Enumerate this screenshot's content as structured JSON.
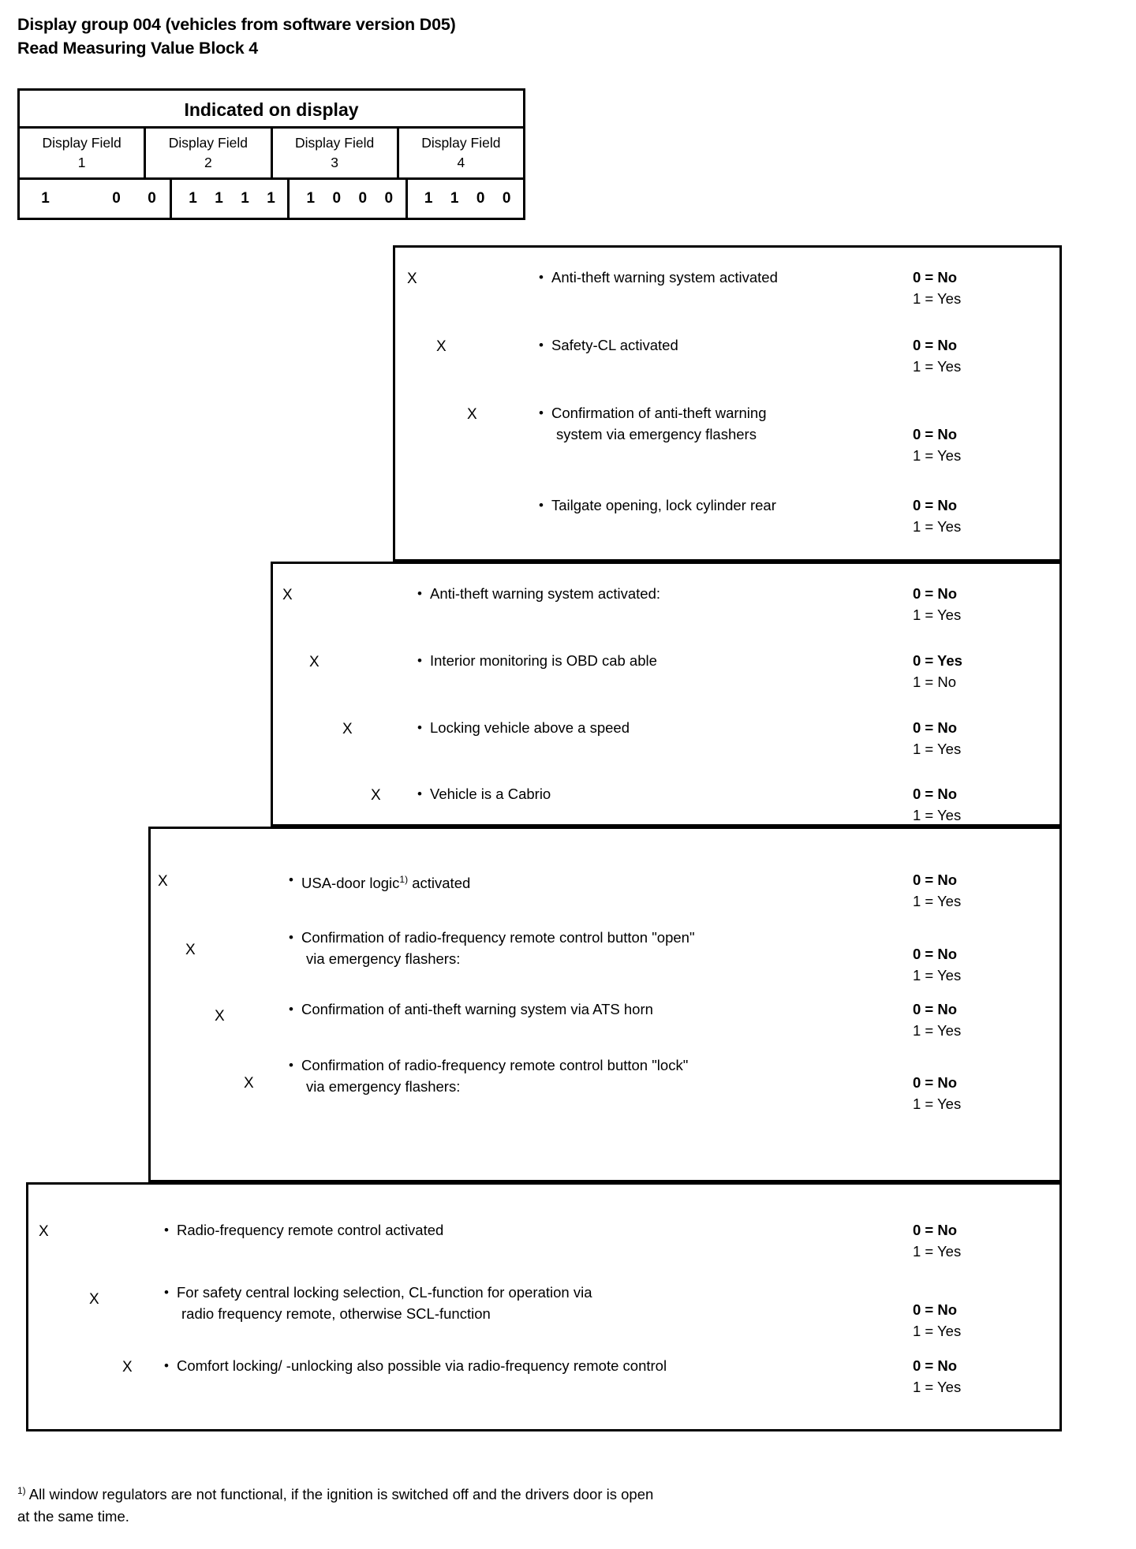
{
  "heading": {
    "line1": "Display group 004 (vehicles from software version D05)",
    "line2": "Read Measuring Value Block 4"
  },
  "table_header": {
    "title": "Indicated on display",
    "fields": [
      {
        "name": "Display Field",
        "number": "1"
      },
      {
        "name": "Display Field",
        "number": "2"
      },
      {
        "name": "Display Field",
        "number": "3"
      },
      {
        "name": "Display Field",
        "number": "4"
      }
    ],
    "bits": {
      "field1": [
        "1",
        "",
        "0",
        "0"
      ],
      "field2": [
        "1",
        "1",
        "1",
        "1"
      ],
      "field3": [
        "1",
        "0",
        "0",
        "0"
      ],
      "field4": [
        "1",
        "1",
        "0",
        "0"
      ]
    }
  },
  "groups": [
    {
      "id": "group-display-field-4",
      "rows": [
        {
          "mark": "X",
          "label_line1": "Anti-theft warning system activated",
          "label_line2": "",
          "value0": "0 = No",
          "value1": "1 = Yes"
        },
        {
          "mark": "X",
          "label_line1": "Safety-CL activated",
          "label_line2": "",
          "value0": "0 = No",
          "value1": "1 = Yes"
        },
        {
          "mark": "X",
          "label_line1": "Confirmation of anti-theft warning",
          "label_line2": "system via emergency flashers",
          "value0": "0 = No",
          "value1": "1 = Yes"
        },
        {
          "mark": "",
          "label_line1": "Tailgate opening, lock cylinder rear",
          "label_line2": "",
          "value0": "0 = No",
          "value1": "1 = Yes"
        }
      ]
    },
    {
      "id": "group-display-field-3",
      "rows": [
        {
          "mark": "X",
          "label_line1": "Anti-theft warning system activated:",
          "label_line2": "",
          "value0": "0 = No",
          "value1": "1 = Yes"
        },
        {
          "mark": "X",
          "label_line1": "Interior monitoring is OBD cab able",
          "label_line2": "",
          "value0": "0 = Yes",
          "value1": "1 = No"
        },
        {
          "mark": "X",
          "label_line1": "Locking vehicle above a speed",
          "label_line2": "",
          "value0": "0 = No",
          "value1": "1 = Yes"
        },
        {
          "mark": "X",
          "label_line1": "Vehicle is a Cabrio",
          "label_line2": "",
          "value0": "0 = No",
          "value1": "1 = Yes"
        }
      ]
    },
    {
      "id": "group-display-field-2",
      "rows": [
        {
          "mark": "X",
          "label_line1": "USA-door logic",
          "label_sup": "1)",
          "label_line1_tail": " activated",
          "label_line2": "",
          "value0": "0 = No",
          "value1": "1 = Yes"
        },
        {
          "mark": "X",
          "label_line1": "Confirmation of radio-frequency remote control button \"open\"",
          "label_line2": "via emergency flashers:",
          "value0": "0 = No",
          "value1": "1 = Yes"
        },
        {
          "mark": "X",
          "label_line1": "Confirmation of anti-theft warning system via ATS horn",
          "label_line2": "",
          "value0": "0 = No",
          "value1": "1 = Yes"
        },
        {
          "mark": "X",
          "label_line1": "Confirmation of radio-frequency remote control button \"lock\"",
          "label_line2": "via emergency flashers:",
          "value0": "0 = No",
          "value1": "1 = Yes"
        }
      ]
    },
    {
      "id": "group-display-field-1",
      "rows": [
        {
          "mark": "X",
          "label_line1": "Radio-frequency remote control activated",
          "label_line2": "",
          "value0": "0 = No",
          "value1": "1 = Yes"
        },
        {
          "mark": "X",
          "label_line1": "For safety central locking selection, CL-function for operation via",
          "label_line2": "radio frequency remote, otherwise SCL-function",
          "value0": "0 = No",
          "value1": "1 = Yes"
        },
        {
          "mark": "X",
          "label_line1": "Comfort locking/ -unlocking also possible via radio-frequency remote control",
          "label_line2": "",
          "value0": "0 = No",
          "value1": "1 = Yes"
        }
      ]
    }
  ],
  "footnote": {
    "marker": "1)",
    "line1": " All window regulators are not functional, if the ignition is switched off and the drivers door is open",
    "line2": "at the same time."
  }
}
